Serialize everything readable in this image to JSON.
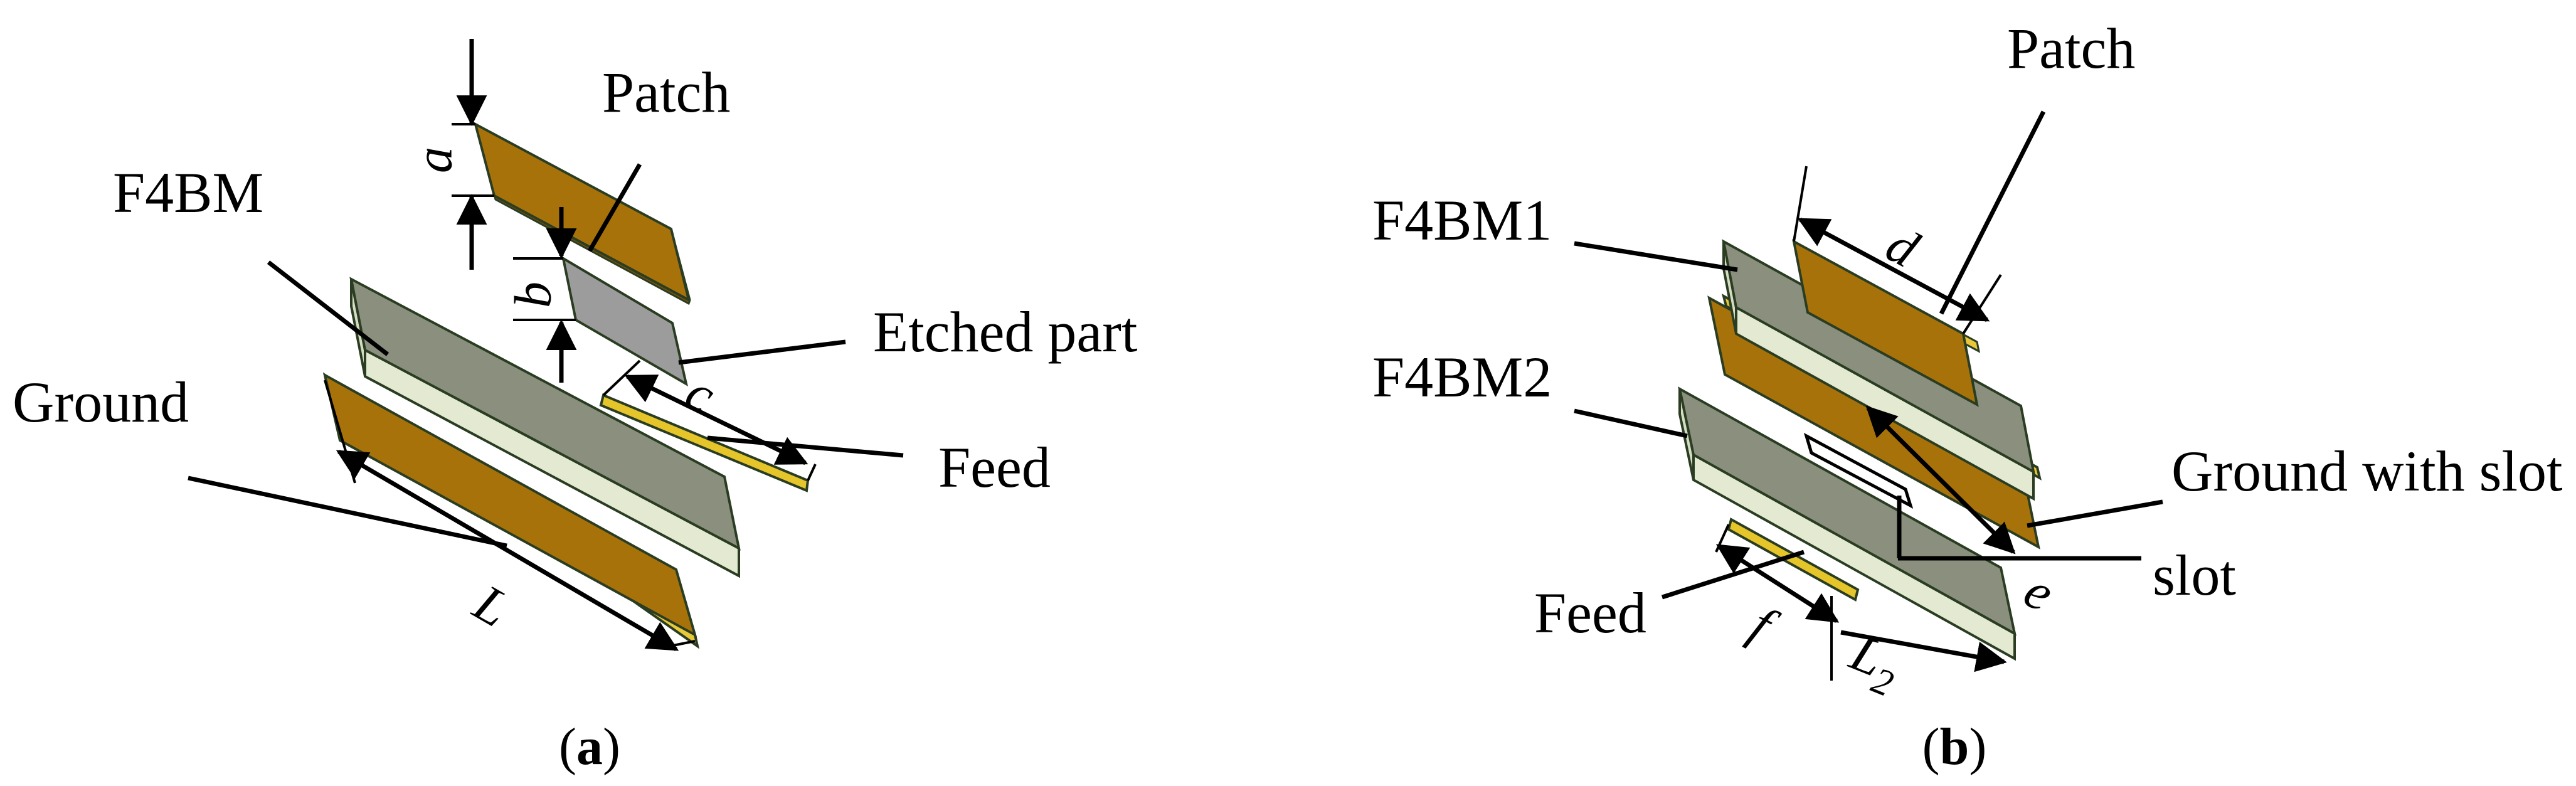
{
  "panel_a": {
    "labels": {
      "patch": "Patch",
      "substrate": "F4BM",
      "etched": "Etched part",
      "ground": "Ground",
      "feed": "Feed"
    },
    "dims": {
      "a": "a",
      "b": "b",
      "c": "c",
      "L": "L"
    },
    "caption": {
      "open": "(",
      "letter": "a",
      "close": ")"
    }
  },
  "panel_b": {
    "labels": {
      "patch": "Patch",
      "substrate1": "F4BM1",
      "substrate2": "F4BM2",
      "ground_slot": "Ground with slot",
      "slot": "slot",
      "feed": "Feed"
    },
    "dims": {
      "d": "d",
      "e": "e",
      "f": "f",
      "L2_main": "L",
      "L2_sub": "2"
    },
    "caption": {
      "open": "(",
      "letter": "b",
      "close": ")"
    }
  },
  "colors": {
    "copper": "#a8720a",
    "copper_edge": "#e8c838",
    "substrate_top": "#8a8f7e",
    "substrate_side": "#e4ead2",
    "etched": "#9c9c9c",
    "feed_strip": "#e6c52a",
    "outline": "#2a3d22"
  }
}
